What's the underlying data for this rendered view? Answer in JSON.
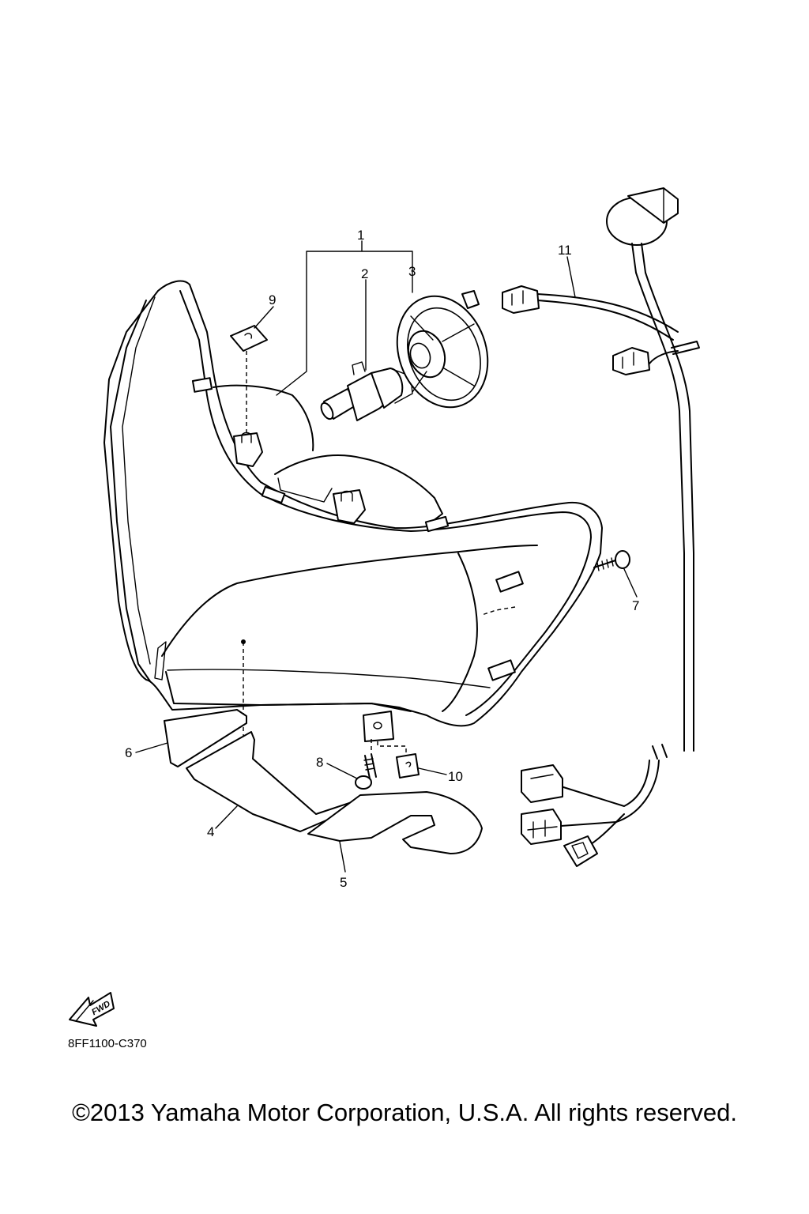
{
  "diagram": {
    "callouts": [
      "1",
      "2",
      "3",
      "4",
      "5",
      "6",
      "7",
      "8",
      "9",
      "10",
      "11"
    ],
    "forward_badge": "FWD",
    "part_code": "8FF1100-C370"
  },
  "footer": {
    "copyright": "©2013 Yamaha Motor Corporation, U.S.A. All rights reserved."
  },
  "colors": {
    "line": "#000000",
    "background": "#ffffff"
  }
}
